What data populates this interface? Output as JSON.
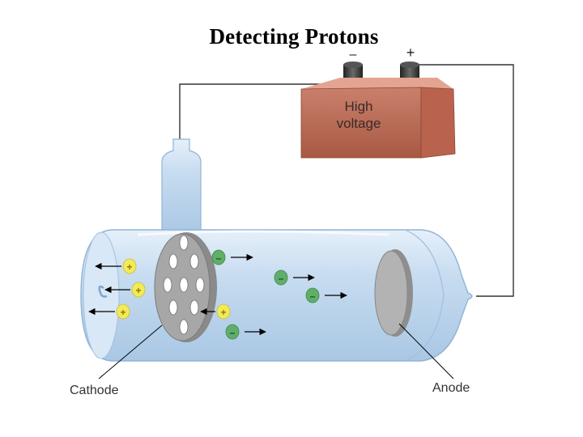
{
  "title": "Detecting Protons",
  "battery": {
    "line1": "High",
    "line2": "voltage",
    "negative_terminal": "–",
    "positive_terminal": "+"
  },
  "labels": {
    "cathode": "Cathode",
    "anode": "Anode"
  },
  "particles": {
    "positive_symbol": "+",
    "negative_symbol": "–"
  },
  "colors": {
    "tube": "#cfe2f3",
    "tube_edge": "#9fc0df",
    "battery": "#c06a55",
    "positive_particle": "#f2ea5a",
    "negative_particle": "#5fae6a",
    "electrode": "#9a9a9a"
  }
}
